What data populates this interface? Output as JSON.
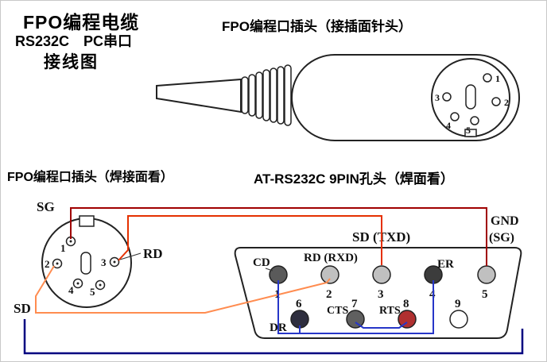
{
  "header": {
    "title_line1": "FPO编程电缆",
    "title_line2": "RS232C　PC串口",
    "title_line3": "接线图",
    "plug_face_label": "FPO编程口插头（接插面针头）"
  },
  "section_labels": {
    "din_solder_view": "FPO编程口插头（焊接面看）",
    "db9_solder_view": "AT-RS232C 9PIN孔头（焊面看）"
  },
  "plug_face": {
    "pins": [
      "1",
      "2",
      "3",
      "4",
      "5"
    ]
  },
  "din": {
    "pins": [
      "1",
      "2",
      "3",
      "4",
      "5"
    ],
    "sg": "SG",
    "rd": "RD",
    "sd": "SD"
  },
  "db9": {
    "top_pins": [
      "1",
      "2",
      "3",
      "4",
      "5"
    ],
    "bottom_pins": [
      "6",
      "7",
      "8",
      "9"
    ],
    "signals": {
      "cd": "CD",
      "rd_rxd": "RD (RXD)",
      "sd_txd": "SD (TXD)",
      "er": "ER",
      "gnd": "GND",
      "sg": "(SG)",
      "dr": "DR",
      "cts": "CTS",
      "rts": "RTS"
    },
    "pin_fills": {
      "p1": "#5a5a5a",
      "p2": "#c0c0c0",
      "p3": "#c0c0c0",
      "p4": "#3c3c3c",
      "p5": "#c0c0c0",
      "p6": "#2e2e3e",
      "p7": "#606060",
      "p8": "#b03030",
      "p9": "#ffffff"
    }
  },
  "wires": {
    "sg_to_gnd": "#a00000",
    "rd_to_txd": "#e53000",
    "sd_to_rxd": "#ff8c50",
    "jumper": "#2636c8",
    "shield": "#000080"
  }
}
